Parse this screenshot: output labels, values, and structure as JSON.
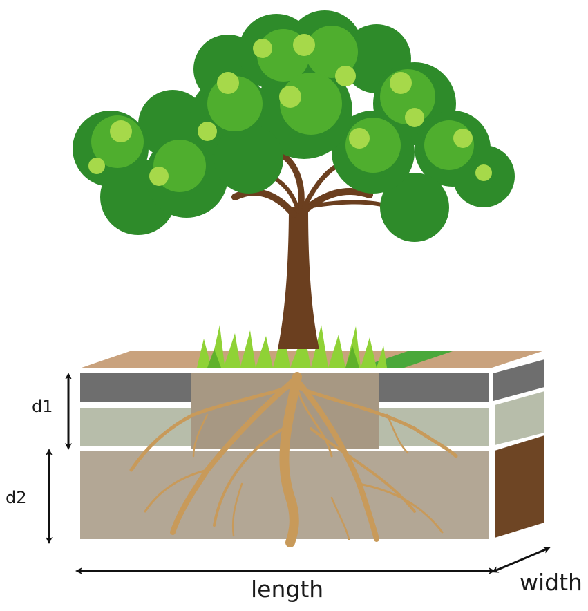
{
  "labels": {
    "d1": "d1",
    "d2": "d2",
    "length": "length",
    "width": "width"
  },
  "colors": {
    "foliage_dark": "#2e8b2a",
    "foliage_mid": "#4fae2e",
    "foliage_light": "#a6d94a",
    "trunk": "#6b3f1f",
    "grass": "#8fd236",
    "soil_top": "#c9a27d",
    "layer_asphalt": "#6e6e6e",
    "layer_base": "#b7bdaa",
    "layer_subsoil": "#b3a795",
    "side_subsoil": "#6e4524",
    "roots": "#c89a5a",
    "arrow": "#111111"
  }
}
